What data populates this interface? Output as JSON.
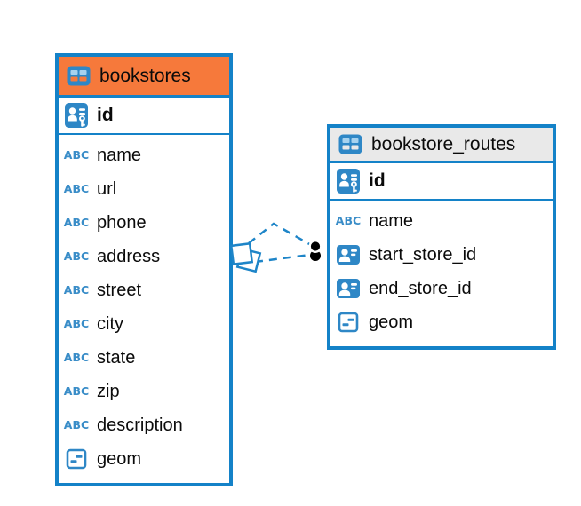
{
  "palette": {
    "border_blue": "#1482c8",
    "icon_blue": "#2e87c6",
    "icon_light_blue": "#a6d2ef",
    "header_orange": "#f6793b",
    "header_gray": "#e9e9e9",
    "relation_blue": "#1e85c8",
    "text_color": "#0a0a0a",
    "background": "#ffffff"
  },
  "icons": {
    "text_type_glyph": "ABC"
  },
  "diagram": {
    "tables": [
      {
        "name": "bookstores",
        "header_color": "#f6793b",
        "primary_key": {
          "name": "id"
        },
        "columns": [
          {
            "name": "name",
            "type": "text"
          },
          {
            "name": "url",
            "type": "text"
          },
          {
            "name": "phone",
            "type": "text"
          },
          {
            "name": "address",
            "type": "text"
          },
          {
            "name": "street",
            "type": "text"
          },
          {
            "name": "city",
            "type": "text"
          },
          {
            "name": "state",
            "type": "text"
          },
          {
            "name": "zip",
            "type": "text"
          },
          {
            "name": "description",
            "type": "text"
          },
          {
            "name": "geom",
            "type": "geometry"
          }
        ]
      },
      {
        "name": "bookstore_routes",
        "header_color": "#e9e9e9",
        "primary_key": {
          "name": "id"
        },
        "columns": [
          {
            "name": "name",
            "type": "text"
          },
          {
            "name": "start_store_id",
            "type": "reference"
          },
          {
            "name": "end_store_id",
            "type": "reference"
          },
          {
            "name": "geom",
            "type": "geometry"
          }
        ]
      }
    ],
    "relations": [
      {
        "from_table": "bookstore_routes",
        "to_table": "bookstores",
        "line_style": "dashed"
      },
      {
        "from_table": "bookstore_routes",
        "to_table": "bookstores",
        "line_style": "dashed"
      }
    ]
  }
}
